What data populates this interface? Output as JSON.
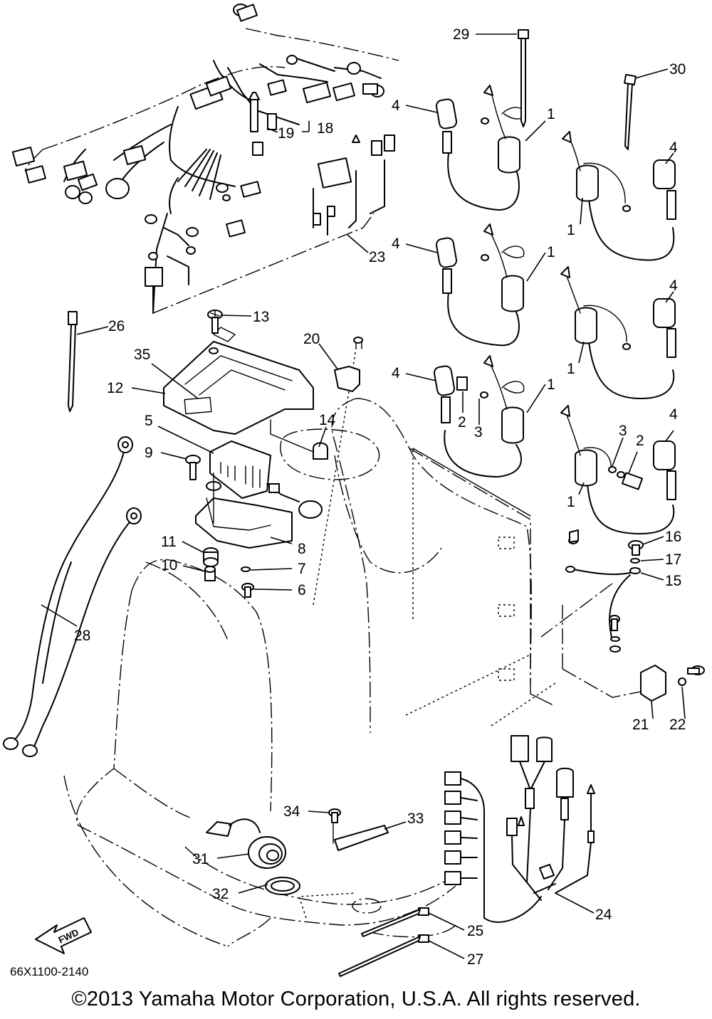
{
  "diagram_code": "66X1100-2140",
  "copyright": "©2013 Yamaha Motor Corporation, U.S.A. All rights reserved.",
  "fwd_label": "FWD",
  "callouts": [
    "29",
    "30",
    "4",
    "1",
    "4",
    "1",
    "19",
    "18",
    "23",
    "4",
    "1",
    "4",
    "1",
    "26",
    "13",
    "20",
    "35",
    "12",
    "4",
    "1",
    "2",
    "3",
    "3",
    "2",
    "4",
    "1",
    "5",
    "14",
    "9",
    "11",
    "8",
    "10",
    "7",
    "6",
    "16",
    "17",
    "15",
    "28",
    "21",
    "22",
    "34",
    "33",
    "31",
    "32",
    "24",
    "25",
    "27"
  ]
}
